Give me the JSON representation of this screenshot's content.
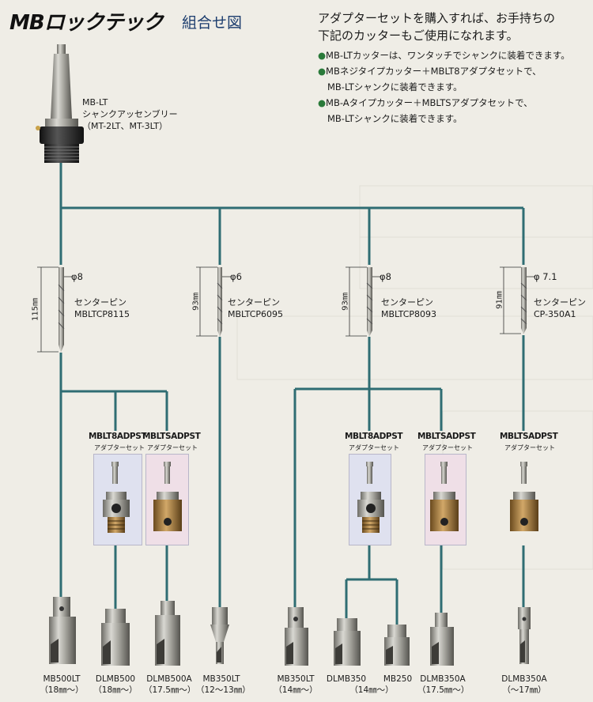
{
  "title": {
    "logo": "MBロックテック",
    "subtitle": "組合せ図"
  },
  "intro": {
    "line1": "アダプターセットを購入すれば、お手持ちの",
    "line2": "下記のカッターもご使用になれます。"
  },
  "bullets": [
    {
      "line1": "MB-LTカッターは、ワンタッチでシャンクに装着できます。",
      "line2": ""
    },
    {
      "line1": "MBネジタイプカッター＋MBLT8アダプタセットで、",
      "line2": "MB-LTシャンクに装着できます。"
    },
    {
      "line1": "MB-Aタイプカッター＋MBLTSアダプタセットで、",
      "line2": "MB-LTシャンクに装着できます。"
    }
  ],
  "shank": {
    "name": "MB-LT",
    "desc": "シャンクアッセンブリー",
    "models": "（MT-2LT、MT-3LT）"
  },
  "pins": [
    {
      "dia": "φ8",
      "length": "115㎜",
      "name": "センターピン",
      "code": "MBLTCP8115"
    },
    {
      "dia": "φ6",
      "length": "93㎜",
      "name": "センターピン",
      "code": "MBLTCP6095"
    },
    {
      "dia": "φ8",
      "length": "93㎜",
      "name": "センターピン",
      "code": "MBLTCP8093"
    },
    {
      "dia": "φ 7.1",
      "length": "91㎜",
      "name": "センターピン",
      "code": "CP-350A1"
    }
  ],
  "adapters": [
    {
      "code": "MBLT8ADPST",
      "sub": "アダプターセット"
    },
    {
      "code": "MBLTSADPST",
      "sub": "アダプターセット"
    },
    {
      "code": "MBLT8ADPST",
      "sub": "アダプターセット"
    },
    {
      "code": "MBLTSADPST",
      "sub": "アダプターセット"
    },
    {
      "code": "MBLTSADPST",
      "sub": "アダプターセット"
    }
  ],
  "cutters": [
    {
      "name": "MB500LT",
      "range": "（18㎜～）"
    },
    {
      "name": "DLMB500",
      "range": "（18㎜～）"
    },
    {
      "name": "DLMB500A",
      "range": "（17.5㎜～）"
    },
    {
      "name": "MB350LT",
      "range": "（12～13㎜）"
    },
    {
      "name": "MB350LT",
      "range": "（14㎜～）"
    },
    {
      "name": "DLMB350",
      "range": ""
    },
    {
      "name": "MB250",
      "range": ""
    },
    {
      "name": "DLMB350A",
      "range": "（17.5㎜～）"
    },
    {
      "name": "DLMB350A",
      "range": "（～17㎜）"
    }
  ],
  "shared_range": "（14㎜～）",
  "colors": {
    "line": "#2f6d73",
    "blue_box": "#dfe1ef",
    "pink_box": "#efdfe7",
    "accent": "#2a7a3a"
  }
}
